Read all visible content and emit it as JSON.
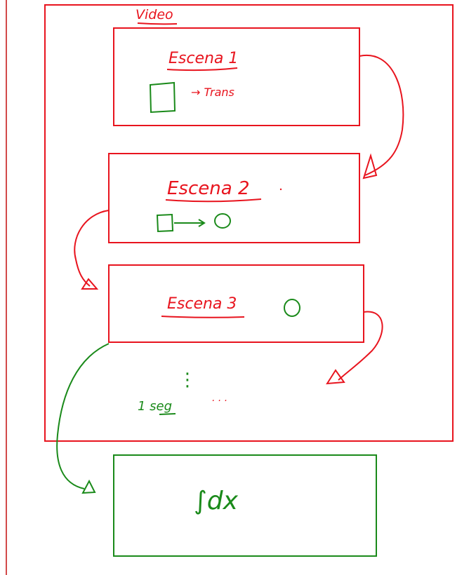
{
  "colors": {
    "red": "#e8141e",
    "green": "#1a8a1a"
  },
  "video": {
    "title": "Video"
  },
  "scenes": [
    {
      "title": "Escena 1",
      "note": "→ Trans"
    },
    {
      "title": "Escena 2",
      "note": ""
    },
    {
      "title": "Escena 3",
      "note": ""
    }
  ],
  "ellipsis": "⋮",
  "dots": ". . .",
  "duration": "1 seg",
  "output": {
    "formula": "∫dx"
  }
}
